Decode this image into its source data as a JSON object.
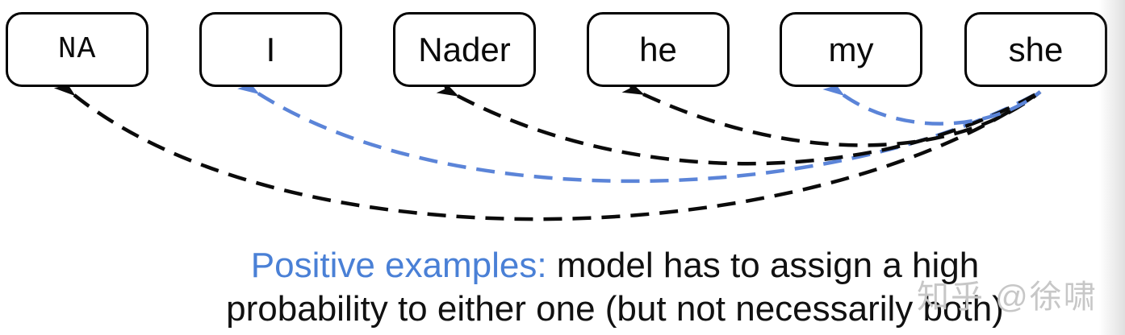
{
  "boxes": [
    {
      "id": "na",
      "label": "NA"
    },
    {
      "id": "i",
      "label": "I"
    },
    {
      "id": "nader",
      "label": "Nader"
    },
    {
      "id": "he",
      "label": "he"
    },
    {
      "id": "my",
      "label": "my"
    },
    {
      "id": "she",
      "label": "she"
    }
  ],
  "arrows": [
    {
      "from": "she",
      "to": "na",
      "color": "black",
      "style": "dashed"
    },
    {
      "from": "she",
      "to": "i",
      "color": "blue",
      "style": "dashed"
    },
    {
      "from": "she",
      "to": "nader",
      "color": "black",
      "style": "dashed"
    },
    {
      "from": "she",
      "to": "he",
      "color": "black",
      "style": "dashed"
    },
    {
      "from": "she",
      "to": "my",
      "color": "blue",
      "style": "dashed"
    }
  ],
  "caption": {
    "highlight": "Positive examples:",
    "line1_rest": " model has to assign a high",
    "line2": "probability to either one (but not necessarily both)"
  },
  "watermark": {
    "text": "知乎 @徐啸"
  },
  "colors": {
    "arrow_black": "#0b0b0b",
    "arrow_blue": "#5b84d8",
    "caption_highlight": "#4a80d6",
    "caption_text": "#111111",
    "watermark": "#c7c7c7",
    "box_border": "#000000",
    "background": "#ffffff"
  }
}
